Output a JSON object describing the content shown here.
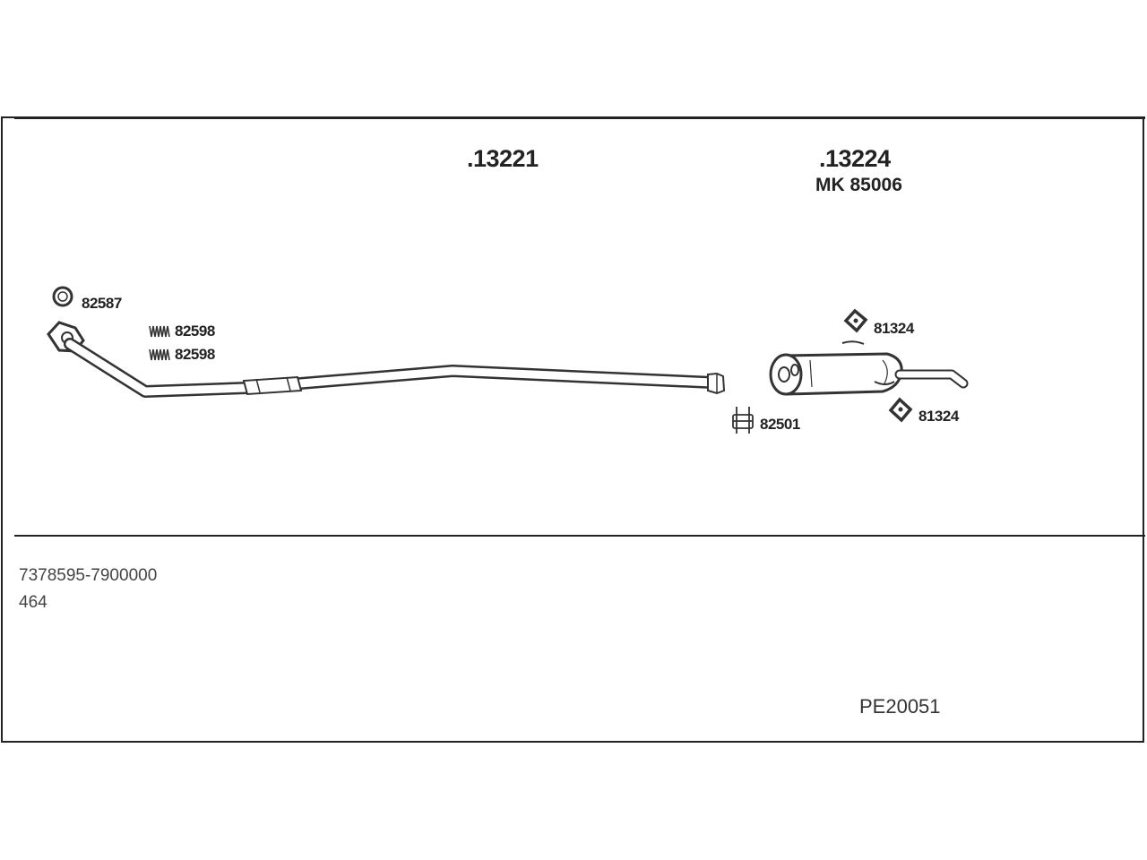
{
  "diagram": {
    "main_parts": {
      "middle_pipe": ".13221",
      "rear_silencer": ".13224",
      "rear_silencer_kit": "MK 85006"
    },
    "component_labels": {
      "gasket": "82587",
      "spring_1": "82598",
      "spring_2": "82598",
      "clamp": "82501",
      "rubber_mount_1": "81324",
      "rubber_mount_2": "81324"
    },
    "footer": {
      "range": "7378595-7900000",
      "model": "464",
      "code": "PE20051"
    }
  }
}
